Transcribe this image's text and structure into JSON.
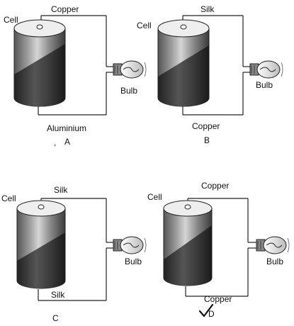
{
  "panels": [
    {
      "id": "A",
      "cell_label": "Cell",
      "top_wire": "Copper",
      "bottom_wire": "Aluminium",
      "bulb_label": "Bulb",
      "panel_label": "A",
      "tick_mark": false
    },
    {
      "id": "B",
      "cell_label": "Cell",
      "top_wire": "Silk",
      "bottom_wire": "Copper",
      "bulb_label": "Bulb",
      "panel_label": "B",
      "tick_mark": false
    },
    {
      "id": "C",
      "cell_label": "Cell",
      "top_wire": "Silk",
      "bottom_wire": "Silk",
      "bulb_label": "Bulb",
      "panel_label": "C",
      "tick_mark": false
    },
    {
      "id": "D",
      "cell_label": "Cell",
      "top_wire": "Copper",
      "bottom_wire": "Copper",
      "bulb_label": "Bulb",
      "panel_label": "D",
      "tick_mark": true
    }
  ],
  "colors": {
    "ink": "#222222",
    "cell_dark": "#444444",
    "cell_light": "#d8d8d8"
  }
}
